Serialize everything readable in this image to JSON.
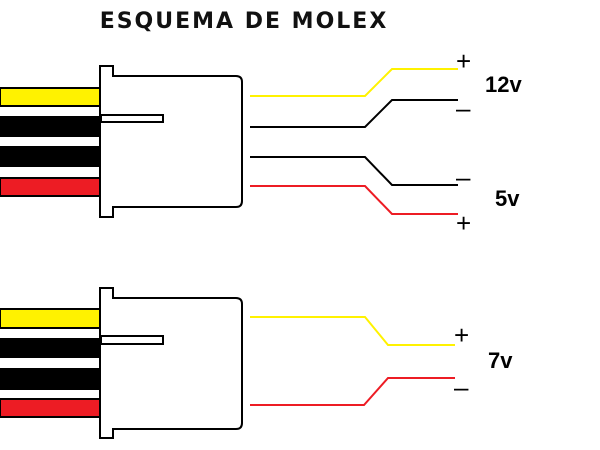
{
  "title": "ESQUEMA DE MOLEX",
  "colors": {
    "yellow": "#fff200",
    "black": "#000000",
    "red": "#ed1c24"
  },
  "top_connector": {
    "wires": [
      "yellow",
      "black",
      "black",
      "red"
    ],
    "pairs": [
      {
        "label": "12v",
        "plus": "+",
        "minus": "–"
      },
      {
        "label": "5v",
        "plus": "+",
        "minus": "–"
      }
    ]
  },
  "bottom_connector": {
    "wires": [
      "yellow",
      "black",
      "black",
      "red"
    ],
    "pair": {
      "label": "7v",
      "plus": "+",
      "minus": "–"
    }
  }
}
